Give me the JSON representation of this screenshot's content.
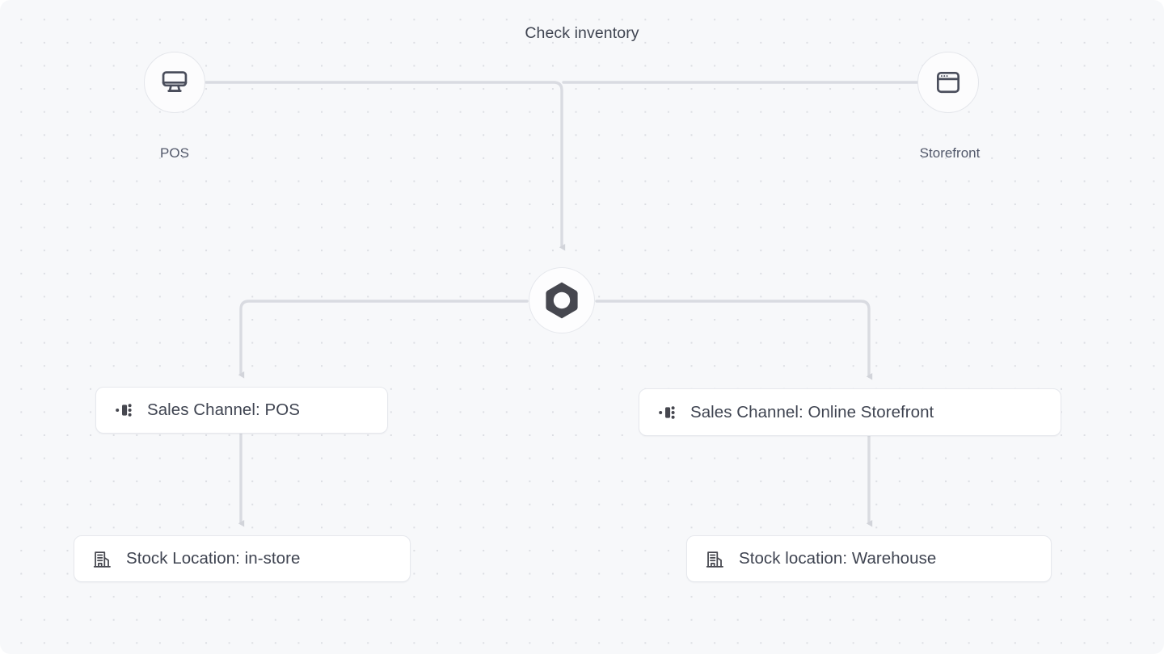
{
  "diagram": {
    "title": "Check inventory",
    "background_color": "#f7f8fa",
    "dot_color": "#dcdee3",
    "edge_color": "#d5d7dd",
    "node_icon_color": "#4a4e5c"
  },
  "source_nodes": [
    {
      "id": "pos",
      "label": "POS",
      "icon": "desktop-monitor-icon"
    },
    {
      "id": "storefront",
      "label": "Storefront",
      "icon": "browser-window-icon"
    }
  ],
  "center_node": {
    "id": "medusa",
    "icon": "medusa-hexagon-icon",
    "fill": "#46474f"
  },
  "cards": [
    {
      "id": "sales-channel-pos",
      "label": "Sales Channel: POS",
      "icon": "sales-channel-icon"
    },
    {
      "id": "sales-channel-online-storefront",
      "label": "Sales Channel: Online Storefront",
      "icon": "sales-channel-icon"
    },
    {
      "id": "stock-location-in-store",
      "label": "Stock Location: in-store",
      "icon": "warehouse-building-icon"
    },
    {
      "id": "stock-location-warehouse",
      "label": "Stock location: Warehouse",
      "icon": "warehouse-building-icon"
    }
  ]
}
